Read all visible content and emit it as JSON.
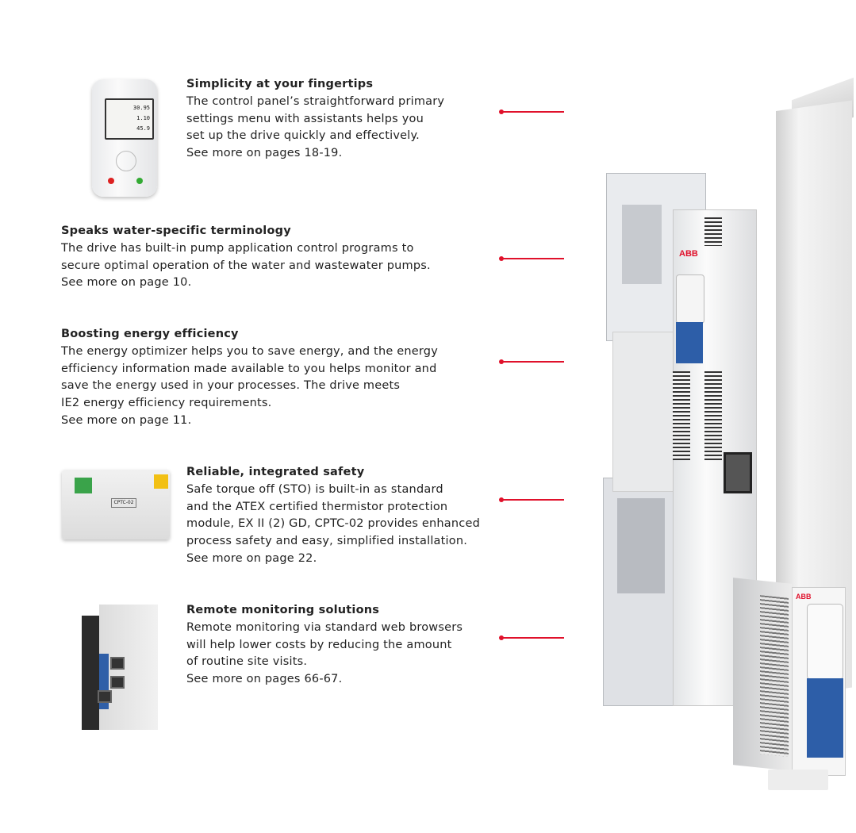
{
  "features": [
    {
      "title": "Simplicity at your fingertips",
      "lines": [
        "The control panel’s straightforward primary",
        "settings menu with assistants helps you",
        "set up the drive quickly and effectively.",
        "See more on pages 18-19."
      ]
    },
    {
      "title": "Speaks water-specific terminology",
      "lines": [
        "The drive has built-in pump application control programs to",
        "secure optimal operation of the water and wastewater pumps.",
        "See more on page 10."
      ]
    },
    {
      "title": "Boosting energy efficiency",
      "lines": [
        "The energy optimizer helps you to save energy, and the energy",
        "efficiency information made available to you helps monitor and",
        "save the energy used in your processes. The drive meets",
        "IE2 energy efficiency requirements.",
        "See more on page 11."
      ]
    },
    {
      "title": "Reliable, integrated safety",
      "lines": [
        "Safe torque off (STO) is built-in as standard",
        "and the ATEX certified  thermistor protection",
        "module, EX II (2) GD, CPTC-02 provides enhanced",
        "process safety and easy, simplified installation.",
        "See more on page 22."
      ]
    },
    {
      "title": "Remote monitoring solutions",
      "lines": [
        "Remote monitoring via standard web browsers",
        "will help lower costs by reducing the amount",
        "of routine site visits.",
        "See more on pages 66-67."
      ]
    }
  ],
  "panel_readings": [
    "30.95",
    "1.10",
    "45.9"
  ],
  "module_label": "CPTC-02",
  "brand_logo": "ABB",
  "accent_color": "#e0112b",
  "drive_blue": "#2d5ea8"
}
